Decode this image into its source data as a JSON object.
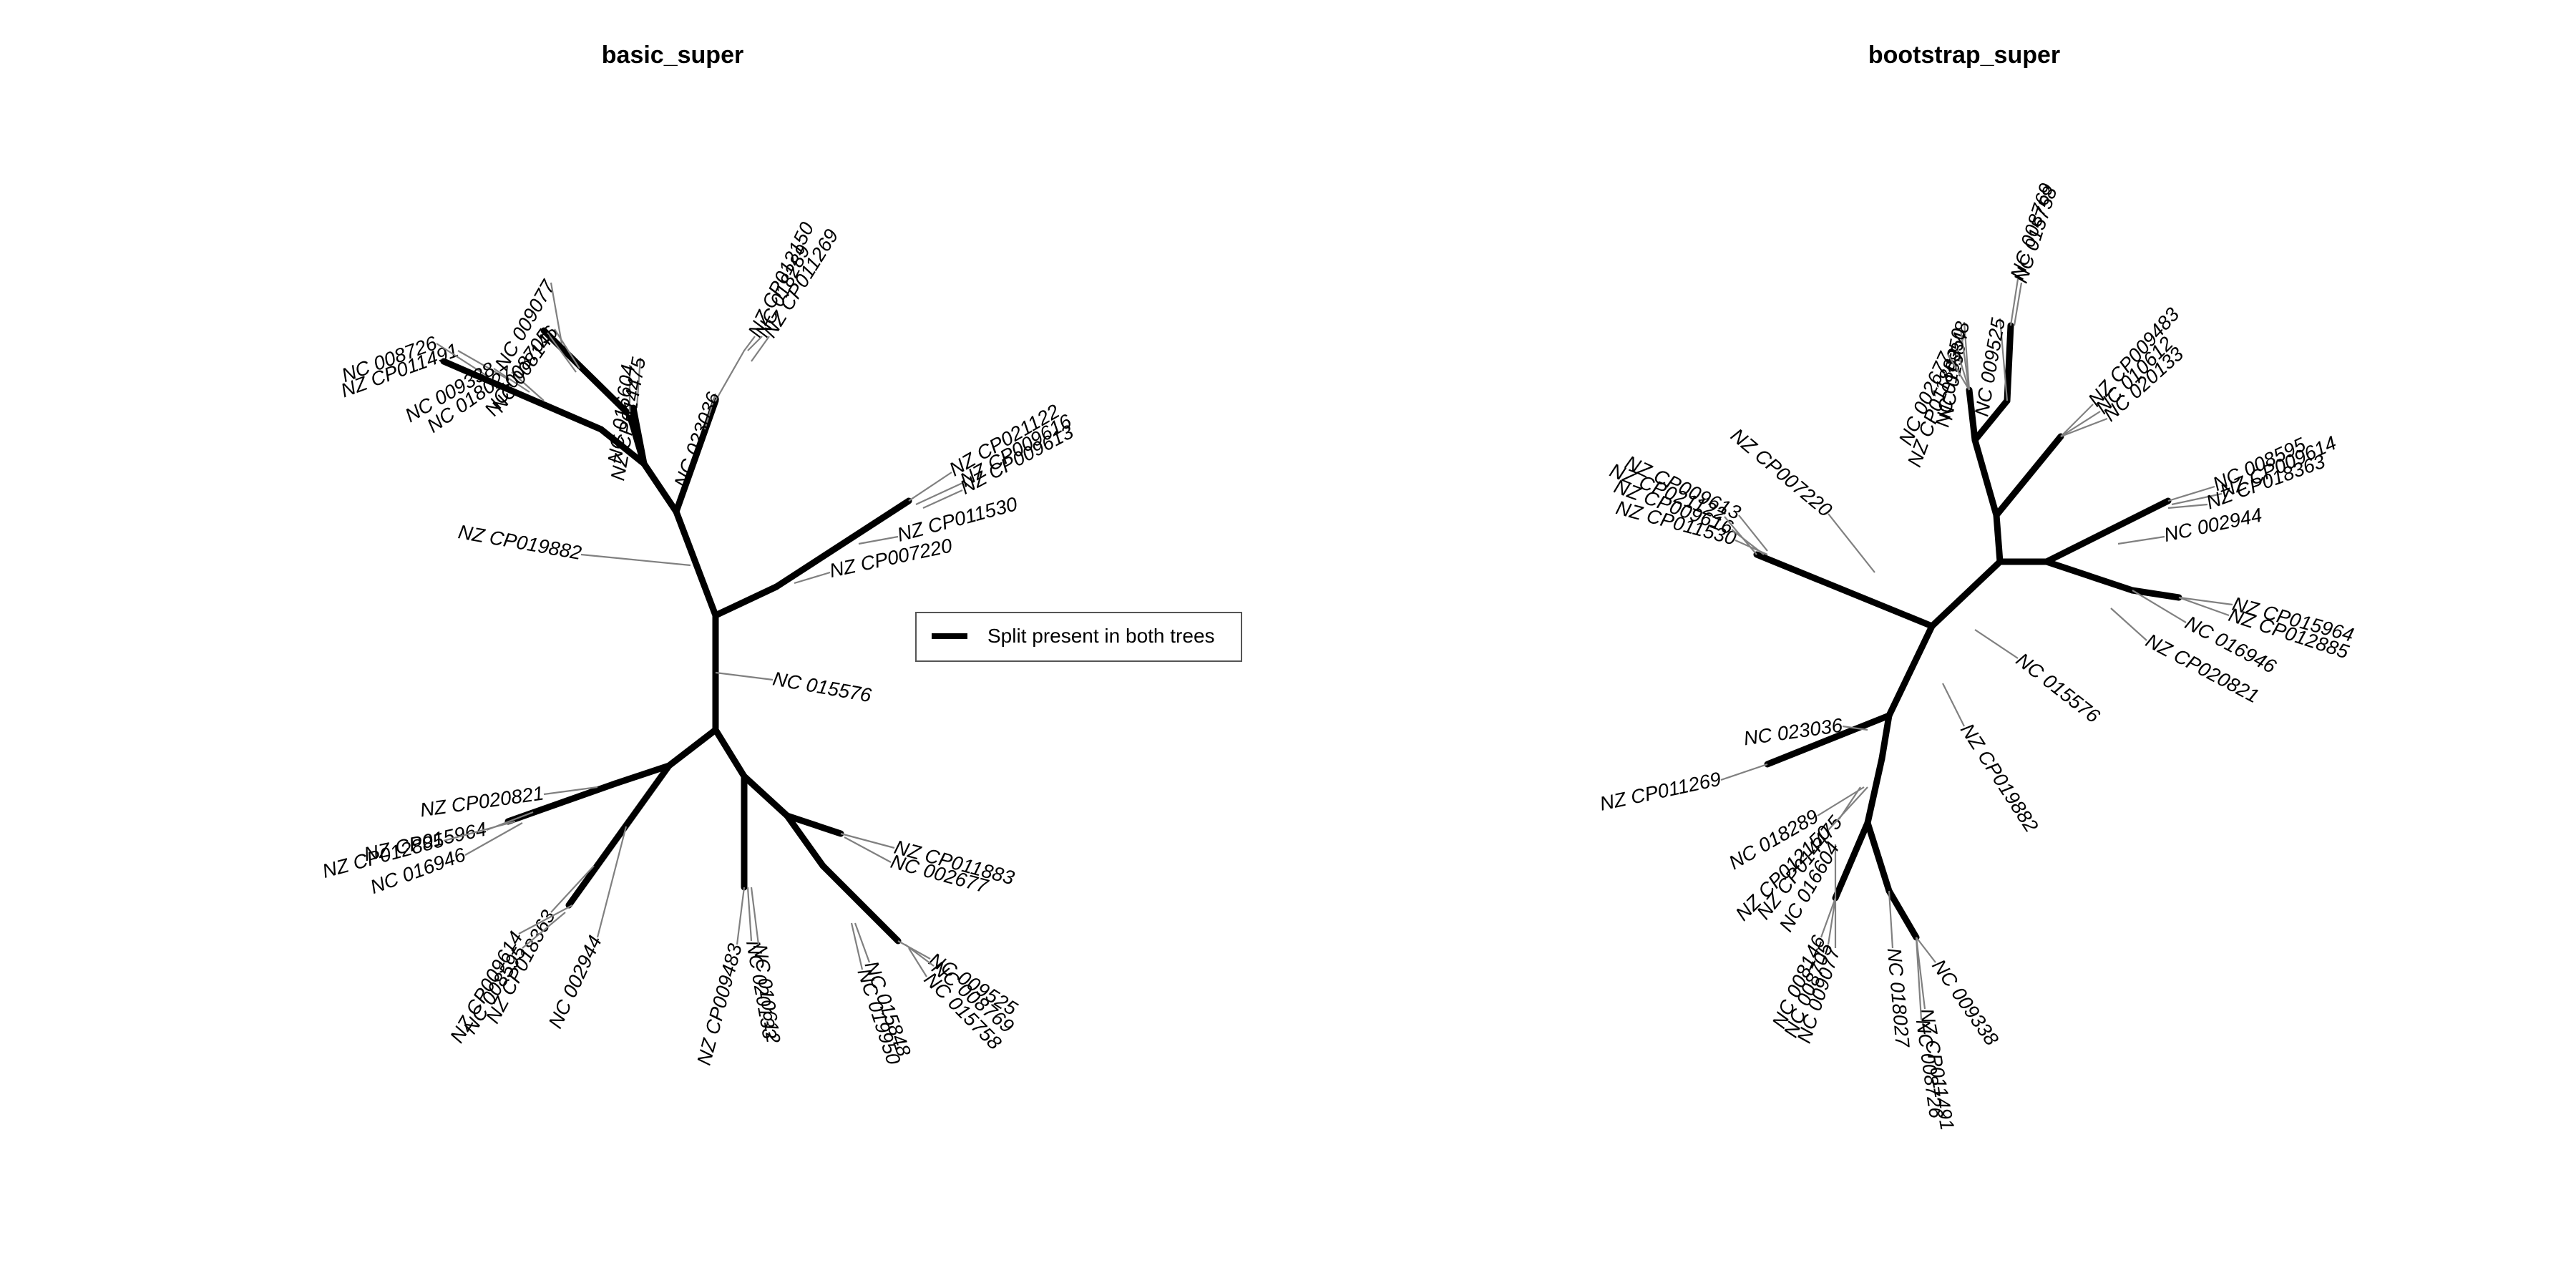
{
  "colors": {
    "background": "#ffffff",
    "thin_edge": "#808080",
    "shared_split": "#000000"
  },
  "legend": {
    "label": "Split present in both trees"
  },
  "panels": [
    {
      "id": "basic",
      "title": "basic_super",
      "labels": [
        "NZ CP011491",
        "NC 008726",
        "NC 009338",
        "NC 018027",
        "NC 008146",
        "NC 008705",
        "NC 009077",
        "NC 016604",
        "NZ CP014475",
        "NC 023036",
        "NZ CP012150",
        "NC 018289",
        "NZ CP011269",
        "NZ CP021122",
        "NZ CP009616",
        "NZ CP009613",
        "NZ CP011530",
        "NZ CP007220",
        "NZ CP019882",
        "NC 015576",
        "NZ CP011883",
        "NC 002677",
        "NC 009525",
        "NC 008769",
        "NC 015758",
        "NC 015848",
        "NC 019950",
        "NZ CP009483",
        "NC 020133",
        "NC 010612",
        "NC 002944",
        "NZ CP018363",
        "NZ CP009614",
        "NC 008595",
        "NZ CP015964",
        "NZ CP012885",
        "NC 016946",
        "NZ CP020821"
      ]
    },
    {
      "id": "bootstrap",
      "title": "bootstrap_super",
      "labels": [
        "NC 008769",
        "NC 015758",
        "NC 009525",
        "NC 015848",
        "NC 019950",
        "NZ CP011883",
        "NC 002677",
        "NZ CP009483",
        "NC 010612",
        "NC 020133",
        "NC 008595",
        "NZ CP009614",
        "NZ CP018363",
        "NC 002944",
        "NZ CP015964",
        "NZ CP012885",
        "NC 016946",
        "NZ CP020821",
        "NC 015576",
        "NZ CP019882",
        "NC 009338",
        "NZ CP011491",
        "NC 008726",
        "NC 018027",
        "NC 008146",
        "NC 008705",
        "NC 009077",
        "NC 016604",
        "NZ CP014475",
        "NZ CP012150",
        "NC 018289",
        "NZ CP011269",
        "NC 023036",
        "NZ CP011530",
        "NZ CP009616",
        "NZ CP021122",
        "NZ CP009613",
        "NZ CP007220"
      ]
    }
  ]
}
